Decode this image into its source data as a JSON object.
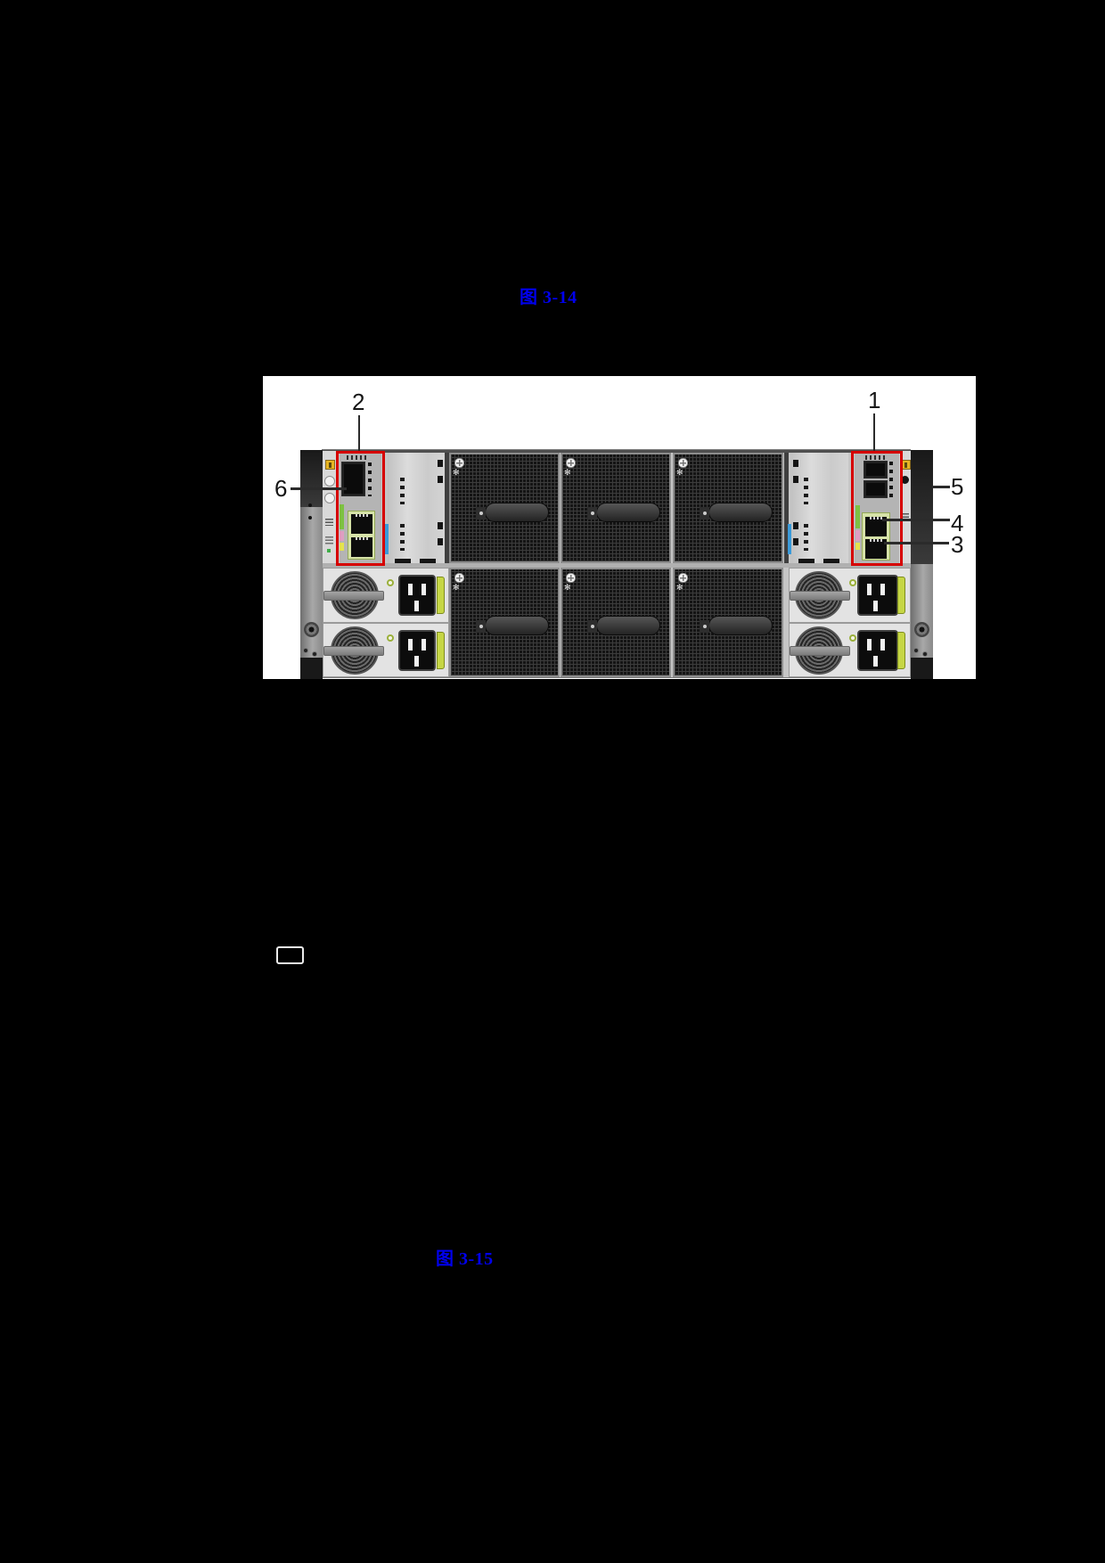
{
  "document": {
    "figure_link_1": "图 3-14",
    "figure_link_2": "图 3-15"
  },
  "figure": {
    "description": "server rear panel view",
    "callouts": {
      "c1": "1",
      "c2": "2",
      "c3": "3",
      "c4": "4",
      "c5": "5",
      "c6": "6"
    }
  },
  "colors": {
    "page_bg": "#000000",
    "figure_bg": "#ffffff",
    "link": "#0000ee",
    "callout_highlight": "#d60000",
    "led_green": "#7dc242",
    "latch_yellow_green": "#c6d645",
    "accent_blue": "#3a9ad9",
    "ground_icon_yellow": "#e6b422"
  }
}
